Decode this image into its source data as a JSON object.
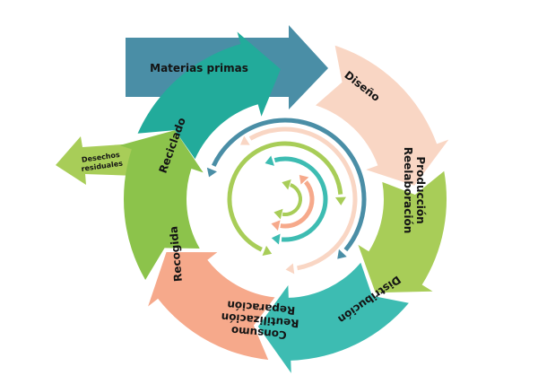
{
  "title": "Economía circular",
  "stages": {
    "materias_primas": "Materias primas",
    "diseno": "Diseño",
    "produccion": [
      "Producción",
      "Reelaboración"
    ],
    "distribucion": "Distribución",
    "consumo": [
      "Consumo",
      "Reutilización",
      "Reparación"
    ],
    "recogida": "Recogida",
    "reciclado": "Reciclado",
    "desechos": [
      "Desechos",
      "residuales"
    ]
  },
  "colors": {
    "materias_primas": "#4a8ea6",
    "diseno": "#f9d6c4",
    "produccion": "#a8cd58",
    "distribucion": "#3dbcb2",
    "consumo": "#f6a98b",
    "recogida": "#8cc34b",
    "reciclado": "#22ab9b",
    "desechos": "#a8cd58"
  }
}
